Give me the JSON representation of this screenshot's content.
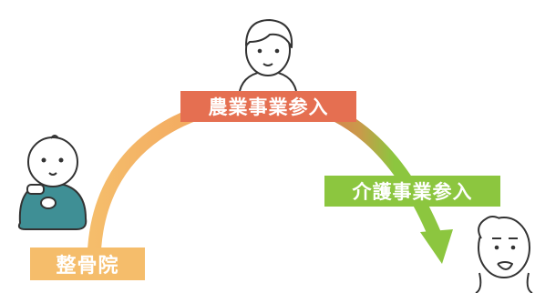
{
  "stages": [
    {
      "id": "clinic",
      "label": "整骨院",
      "color": "#f5bd6b",
      "figure": "baby-icon"
    },
    {
      "id": "agri",
      "label": "農業事業参入",
      "color": "#e56f51",
      "figure": "adult-man-icon"
    },
    {
      "id": "care",
      "label": "介護事業参入",
      "color": "#8cc63f",
      "figure": "elderly-man-icon"
    }
  ],
  "colors": {
    "arc_start": "#f5bd6b",
    "arc_mid": "#e56f51",
    "arc_end": "#8cc63f",
    "baby_body": "#3f8f95",
    "outline": "#333333"
  }
}
